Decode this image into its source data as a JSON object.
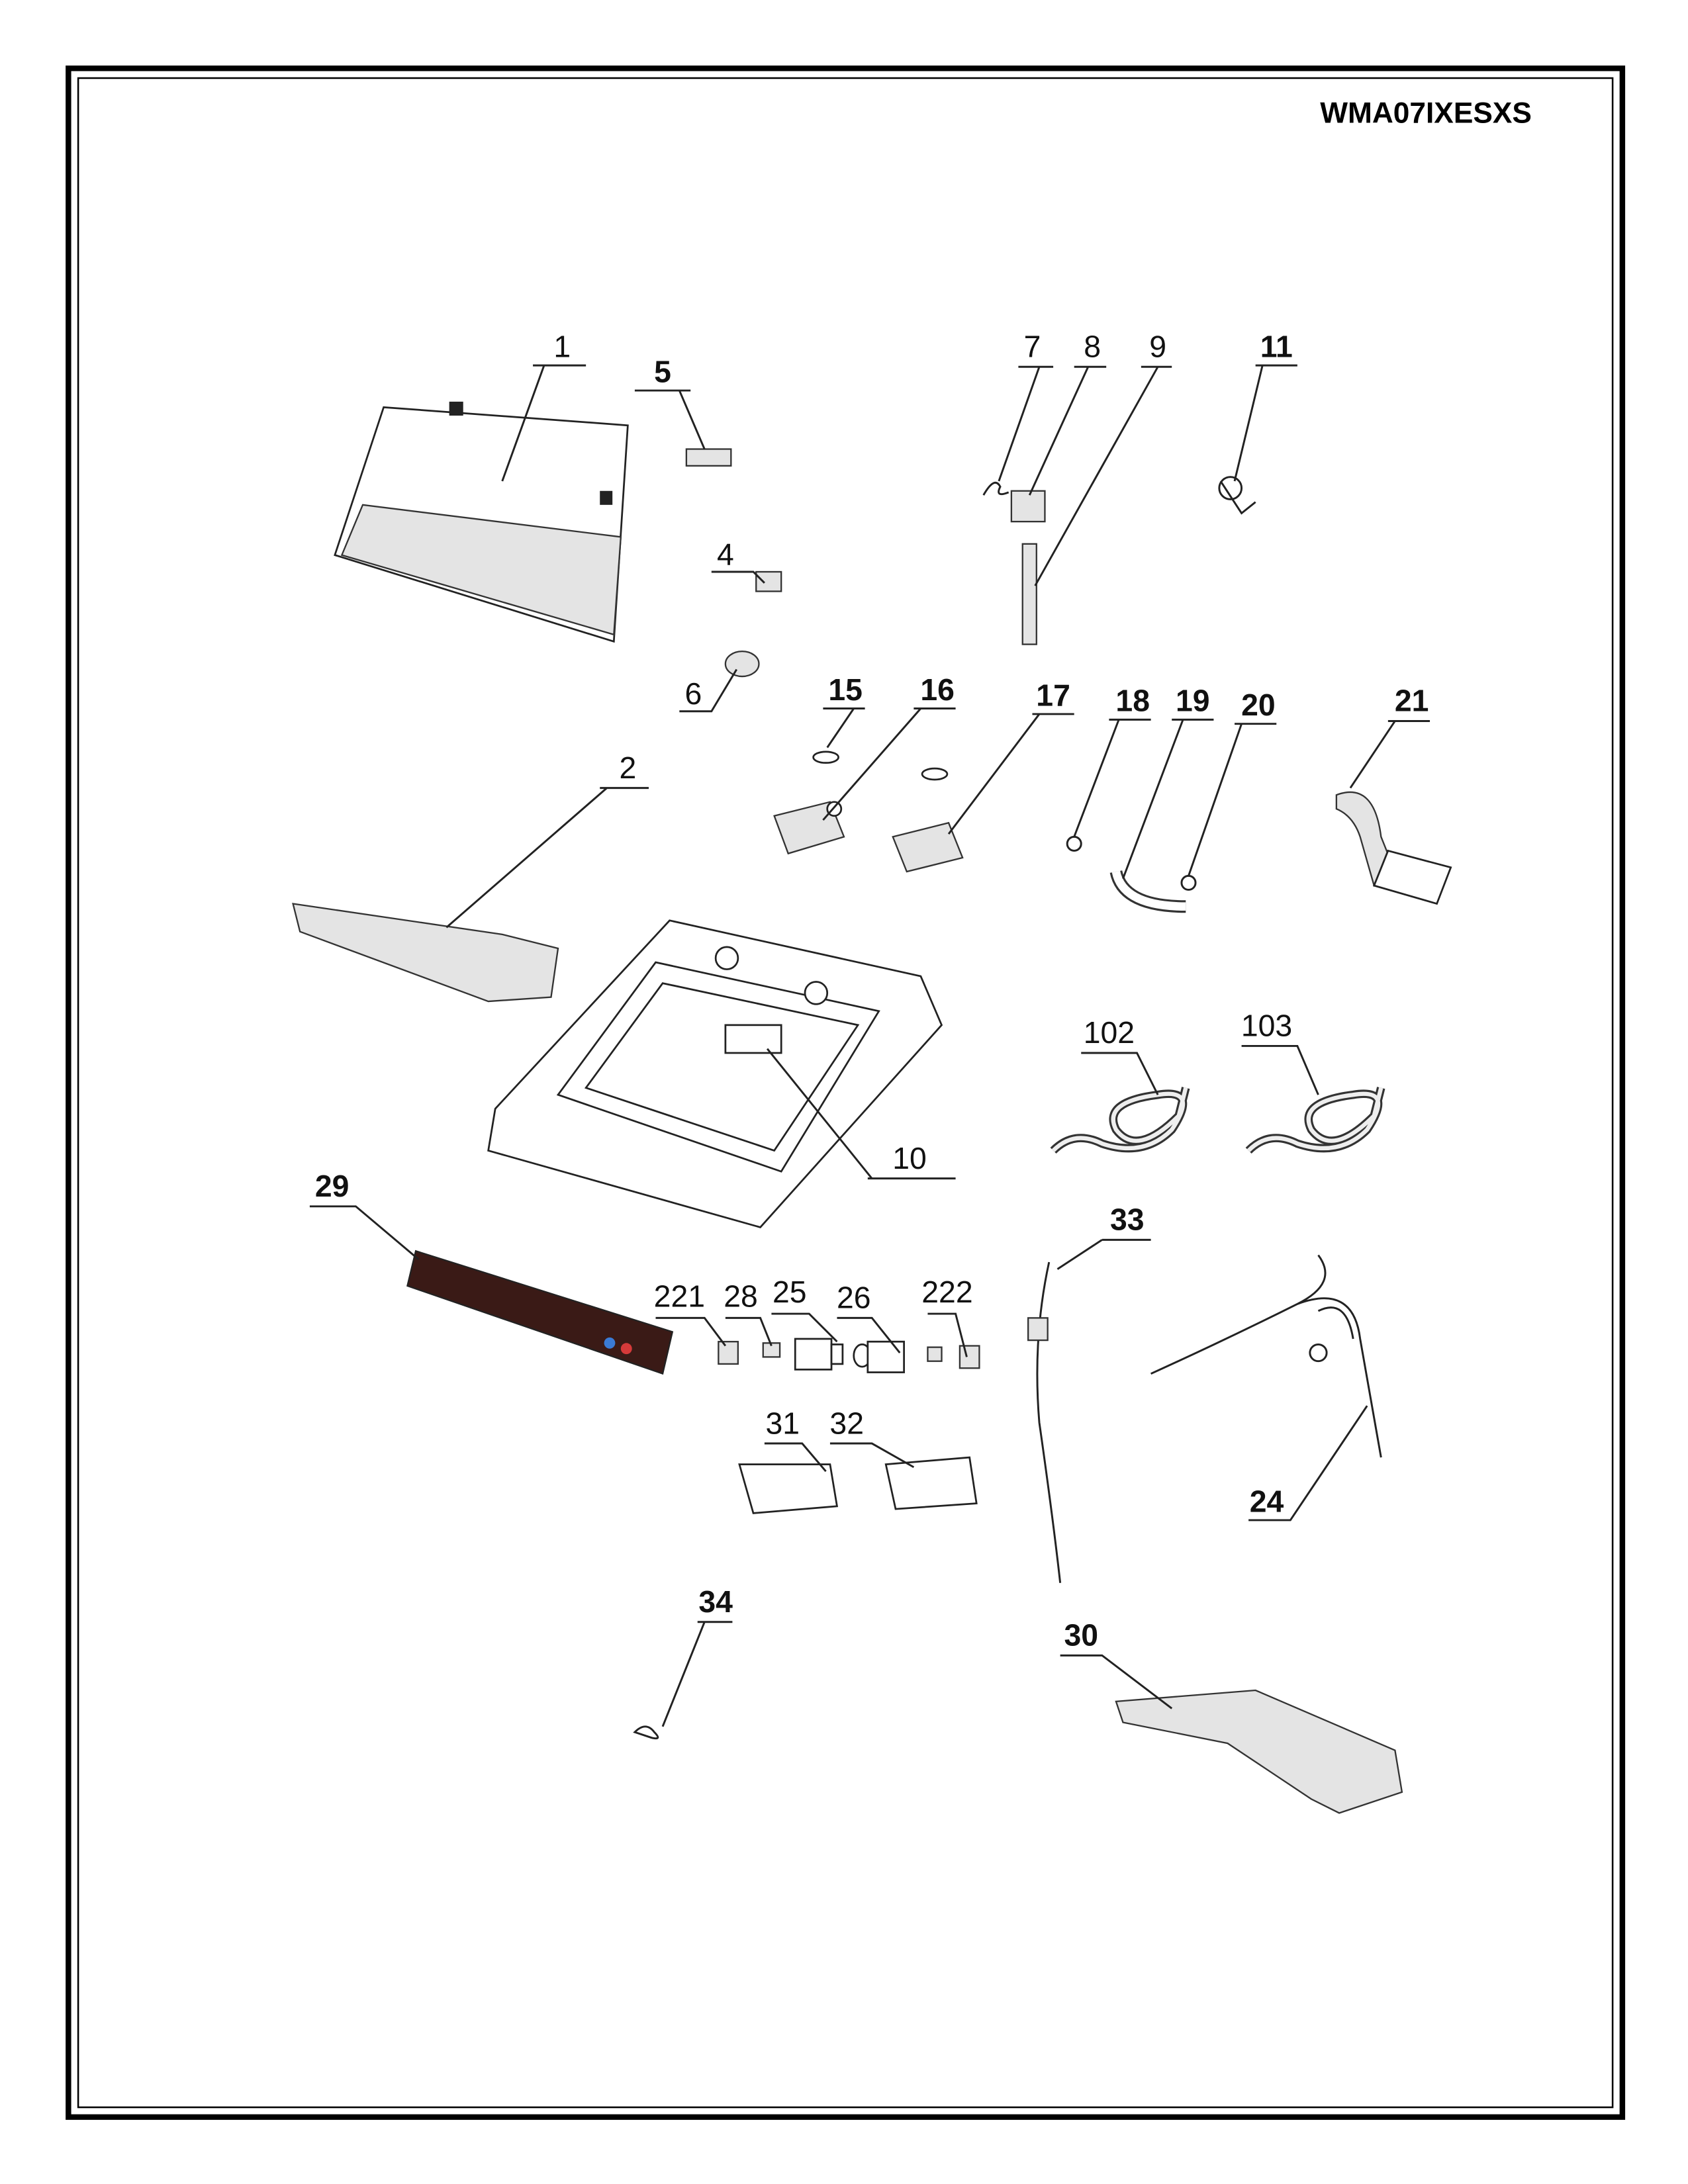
{
  "model": "WMA07IXESXS",
  "part_labels": {
    "p1": "1",
    "p2": "2",
    "p4": "4",
    "p5": "5",
    "p6": "6",
    "p7": "7",
    "p8": "8",
    "p9": "9",
    "p10": "10",
    "p11": "11",
    "p15": "15",
    "p16": "16",
    "p17": "17",
    "p18": "18",
    "p19": "19",
    "p20": "20",
    "p21": "21",
    "p24": "24",
    "p25": "25",
    "p26": "26",
    "p28": "28",
    "p29": "29",
    "p30": "30",
    "p31": "31",
    "p32": "32",
    "p33": "33",
    "p34": "34",
    "p102": "102",
    "p103": "103",
    "p221": "221",
    "p222": "222"
  }
}
